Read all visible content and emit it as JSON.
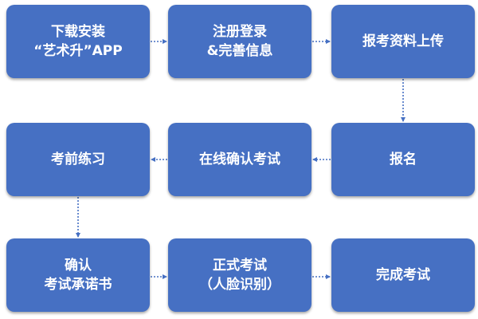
{
  "flow": {
    "steps": [
      {
        "id": "download-app",
        "lines": [
          "下载安装",
          "“艺术升”APP"
        ]
      },
      {
        "id": "register",
        "lines": [
          "注册登录",
          "&完善信息"
        ]
      },
      {
        "id": "upload",
        "lines": [
          "报考资料上传"
        ]
      },
      {
        "id": "apply",
        "lines": [
          "报名"
        ]
      },
      {
        "id": "confirm-online",
        "lines": [
          "在线确认考试"
        ]
      },
      {
        "id": "practice",
        "lines": [
          "考前练习"
        ]
      },
      {
        "id": "commitment",
        "lines": [
          "确认",
          "考试承诺书"
        ]
      },
      {
        "id": "formal-exam",
        "lines": [
          "正式考试",
          "（人脸识别）"
        ]
      },
      {
        "id": "finish",
        "lines": [
          "完成考试"
        ]
      }
    ],
    "colors": {
      "box": "#4670c3",
      "text": "#ffffff",
      "arrow": "#4670c3"
    }
  }
}
